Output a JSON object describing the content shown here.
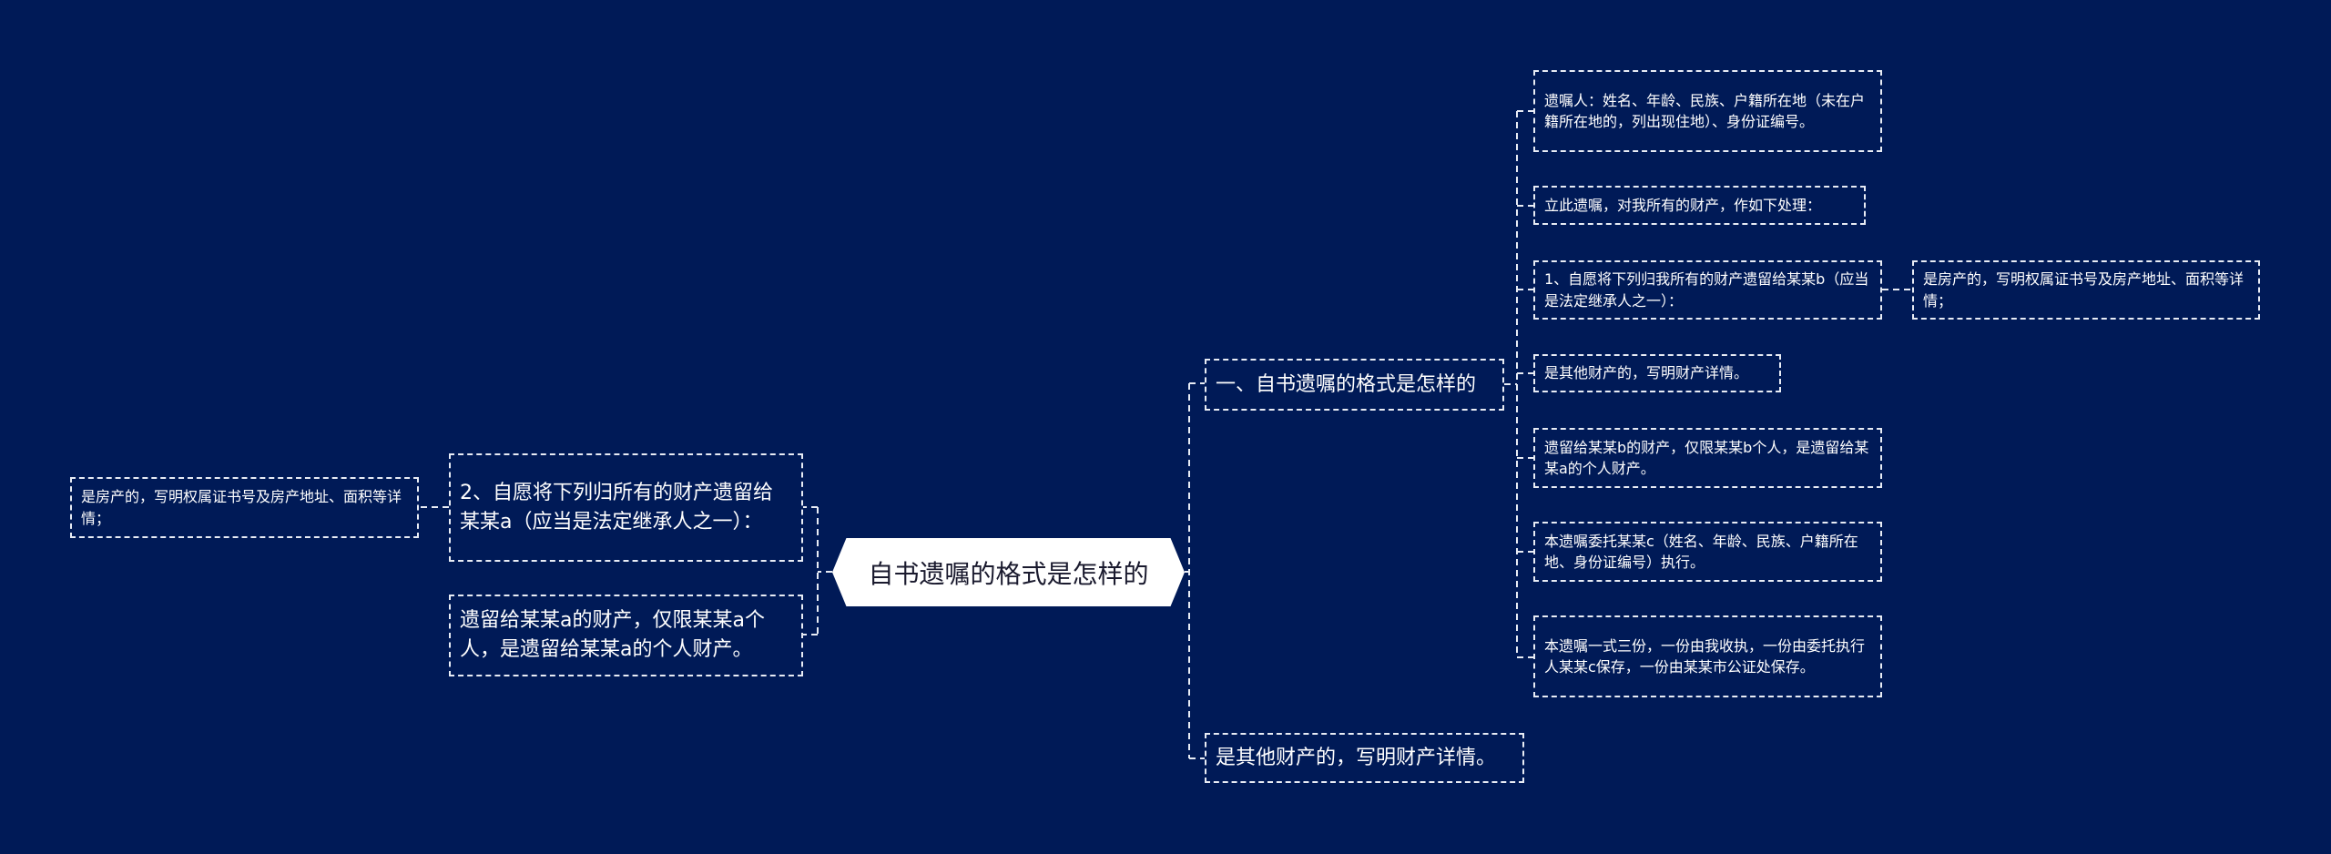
{
  "root": "自书遗嘱的格式是怎样的",
  "left": {
    "item2": "2、自愿将下列归所有的财产遗留给某某a（应当是法定继承人之一）：",
    "item2_child": "是房产的，写明权属证书号及房产地址、面积等详情；",
    "item_a": "遗留给某某a的财产，仅限某某a个人，是遗留给某某a的个人财产。"
  },
  "right": {
    "section1": "一、自书遗嘱的格式是怎样的",
    "section1_children": [
      "遗嘱人：姓名、年龄、民族、户籍所在地（未在户籍所在地的，列出现住地）、身份证编号。",
      "立此遗嘱，对我所有的财产，作如下处理：",
      "1、自愿将下列归我所有的财产遗留给某某b（应当是法定继承人之一）：",
      "是其他财产的，写明财产详情。",
      "遗留给某某b的财产，仅限某某b个人，是遗留给某某a的个人财产。",
      "本遗嘱委托某某c（姓名、年龄、民族、户籍所在地、身份证编号）执行。",
      "本遗嘱一式三份，一份由我收执，一份由委托执行人某某c保存，一份由某某市公证处保存。"
    ],
    "item1_child": "是房产的，写明权属证书号及房产地址、面积等详情；",
    "section2": "是其他财产的，写明财产详情。"
  }
}
